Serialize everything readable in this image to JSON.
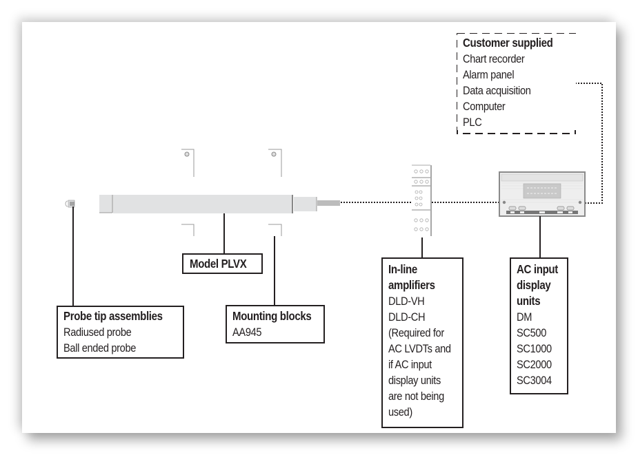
{
  "diagram": {
    "colors": {
      "ink": "#231f20",
      "component_fill": "#e1e2e3",
      "component_stroke": "#9a9a9a",
      "cable_fill": "#bcbcbc"
    },
    "customer_supplied": {
      "title": "Customer supplied",
      "items": [
        "Chart recorder",
        "Alarm panel",
        "Data acquisition",
        "Computer",
        "PLC"
      ]
    },
    "probe_tip_assemblies": {
      "title": "Probe tip assemblies",
      "items": [
        "Radiused probe",
        "Ball ended probe"
      ]
    },
    "model": {
      "title": "Model PLVX"
    },
    "mounting_blocks": {
      "title": "Mounting blocks",
      "items": [
        "AA945"
      ]
    },
    "inline_amplifiers": {
      "title_lines": [
        "In-line",
        "amplifiers"
      ],
      "items": [
        "DLD-VH",
        "DLD-CH",
        "(Required for",
        "AC LVDTs and",
        "if AC input",
        "display units",
        "are not being",
        "used)"
      ]
    },
    "ac_input_display_units": {
      "title_lines": [
        "AC input",
        "display",
        "units"
      ],
      "items": [
        "DM",
        "SC500",
        "SC1000",
        "SC2000",
        "SC3004"
      ]
    },
    "components": {
      "probe_tip": "probe-tip-icon",
      "transducer": "lvdt-transducer-icon",
      "mounting_block": "mounting-block-icon",
      "amplifier": "inline-amplifier-icon",
      "display_unit": "display-unit-icon"
    }
  }
}
